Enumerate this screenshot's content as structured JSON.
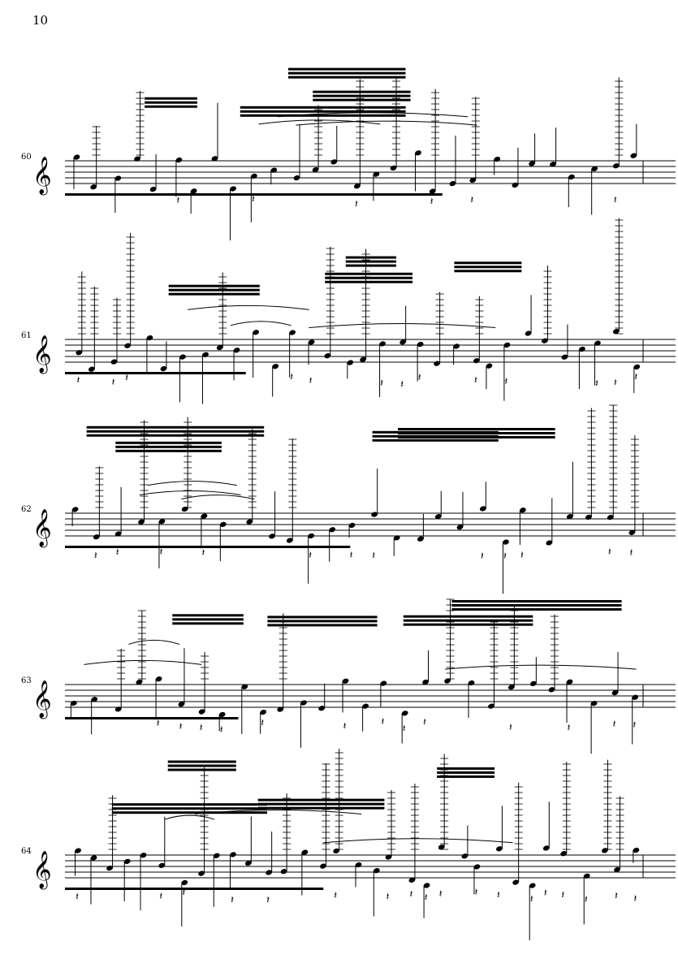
{
  "page": {
    "number": "10"
  },
  "systems": [
    {
      "measure": "60"
    },
    {
      "measure": "61"
    },
    {
      "measure": "62"
    },
    {
      "measure": "63"
    },
    {
      "measure": "64"
    }
  ],
  "symbols": {
    "treble_clef": "𝄞",
    "quarter_rest": "𝄽"
  },
  "colors": {
    "ink": "#000000",
    "paper": "#ffffff"
  }
}
